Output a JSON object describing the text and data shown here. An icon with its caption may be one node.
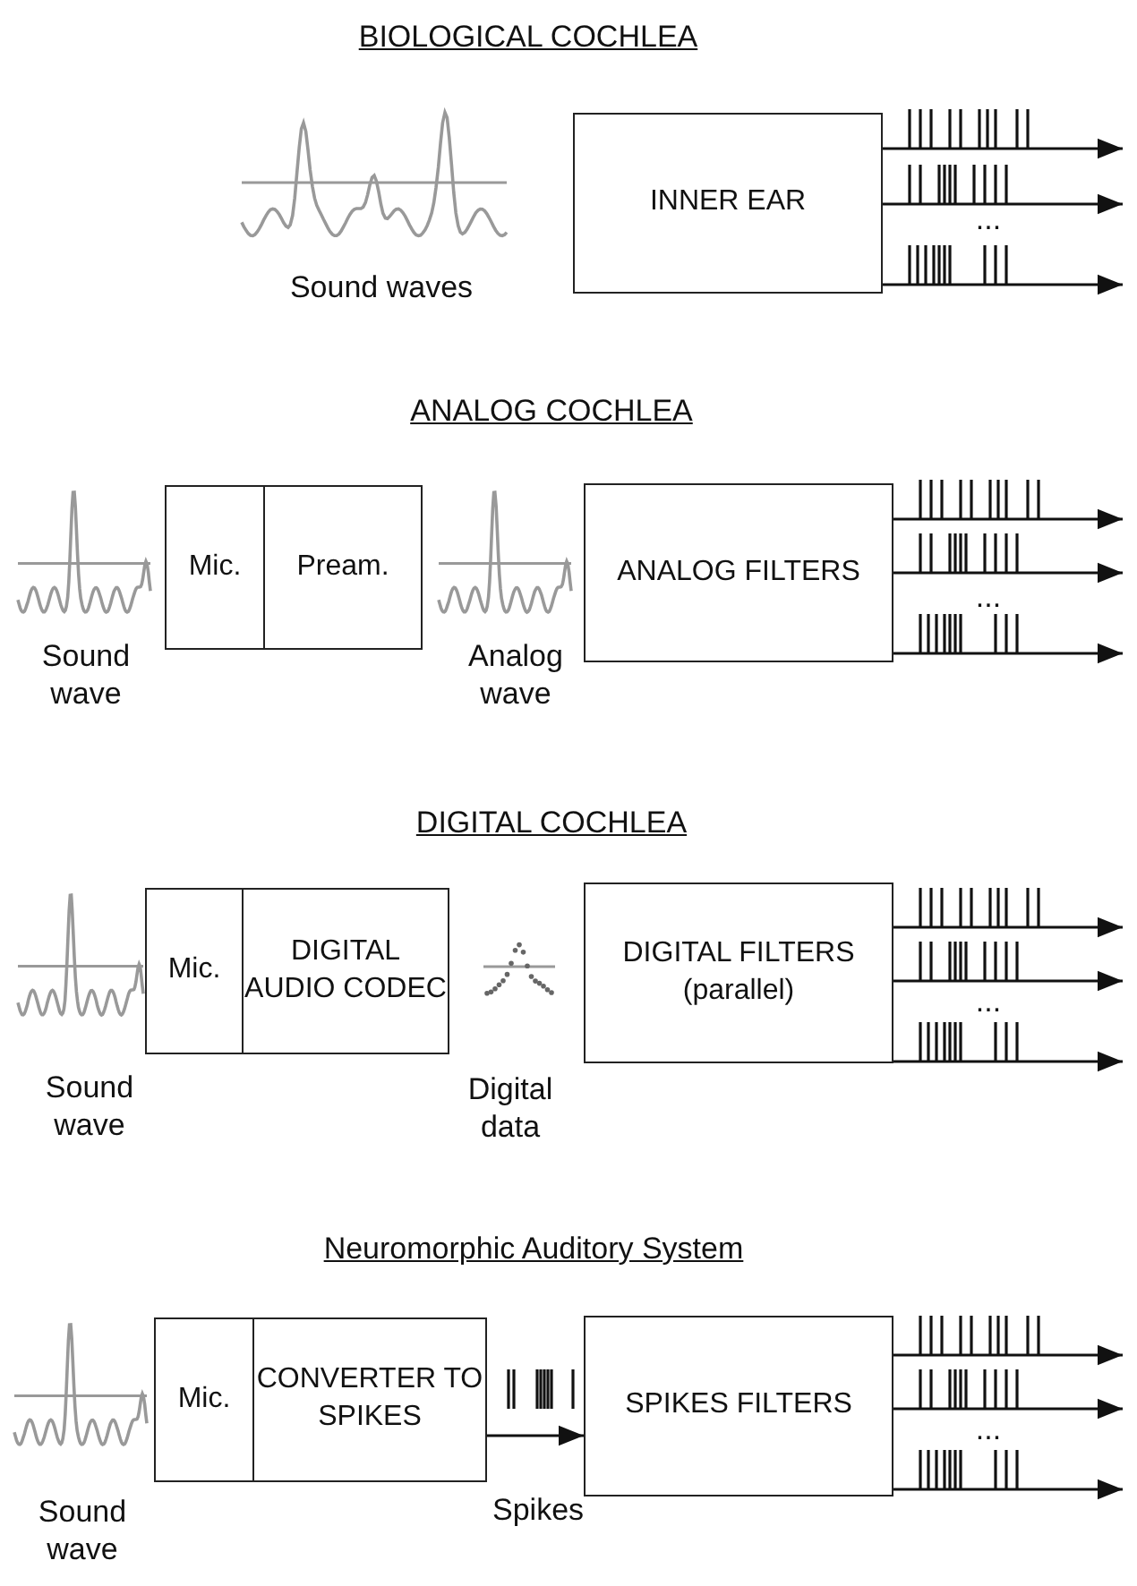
{
  "diagram": {
    "nodes": [
      {
        "text": [
          "INNER EAR"
        ]
      },
      {
        "text": [
          "Mic."
        ]
      },
      {
        "text": [
          "Pream."
        ]
      },
      {
        "text": [
          "ANALOG FILTERS"
        ]
      },
      {
        "text": [
          "Mic."
        ]
      },
      {
        "text": [
          "DIGITAL AUDIO CODEC"
        ]
      },
      {
        "text": [
          "DIGITAL FILTERS (parallel)"
        ]
      },
      {
        "text": [
          "Mic."
        ]
      },
      {
        "text": [
          "CONVERTER TO SPIKES"
        ]
      },
      {
        "text": [
          "SPIKES FILTERS"
        ]
      }
    ],
    "edges": [
      {
        "from": 0,
        "to": null,
        "arrow": "to"
      },
      {
        "from": 0,
        "to": null,
        "arrow": "to"
      },
      {
        "from": 0,
        "to": null,
        "arrow": "to"
      },
      {
        "from": 3,
        "to": null,
        "arrow": "to"
      },
      {
        "from": 3,
        "to": null,
        "arrow": "to"
      },
      {
        "from": 3,
        "to": null,
        "arrow": "to"
      },
      {
        "from": 6,
        "to": null,
        "arrow": "to"
      },
      {
        "from": 6,
        "to": null,
        "arrow": "to"
      },
      {
        "from": 6,
        "to": null,
        "arrow": "to"
      },
      {
        "from": 8,
        "to": 9,
        "arrow": "to",
        "label": "Spikes"
      },
      {
        "from": 9,
        "to": null,
        "arrow": "to"
      },
      {
        "from": 9,
        "to": null,
        "arrow": "to"
      },
      {
        "from": 9,
        "to": null,
        "arrow": "to"
      }
    ],
    "labels": [
      "BIOLOGICAL COCHLEA",
      "Sound waves",
      "...",
      "ANALOG COCHLEA",
      "Sound wave",
      "Analog wave",
      "...",
      "DIGITAL COCHLEA",
      "Sound wave",
      "Digital data",
      "...",
      "Neuromorphic Auditory System",
      "Sound wave",
      "..."
    ]
  }
}
